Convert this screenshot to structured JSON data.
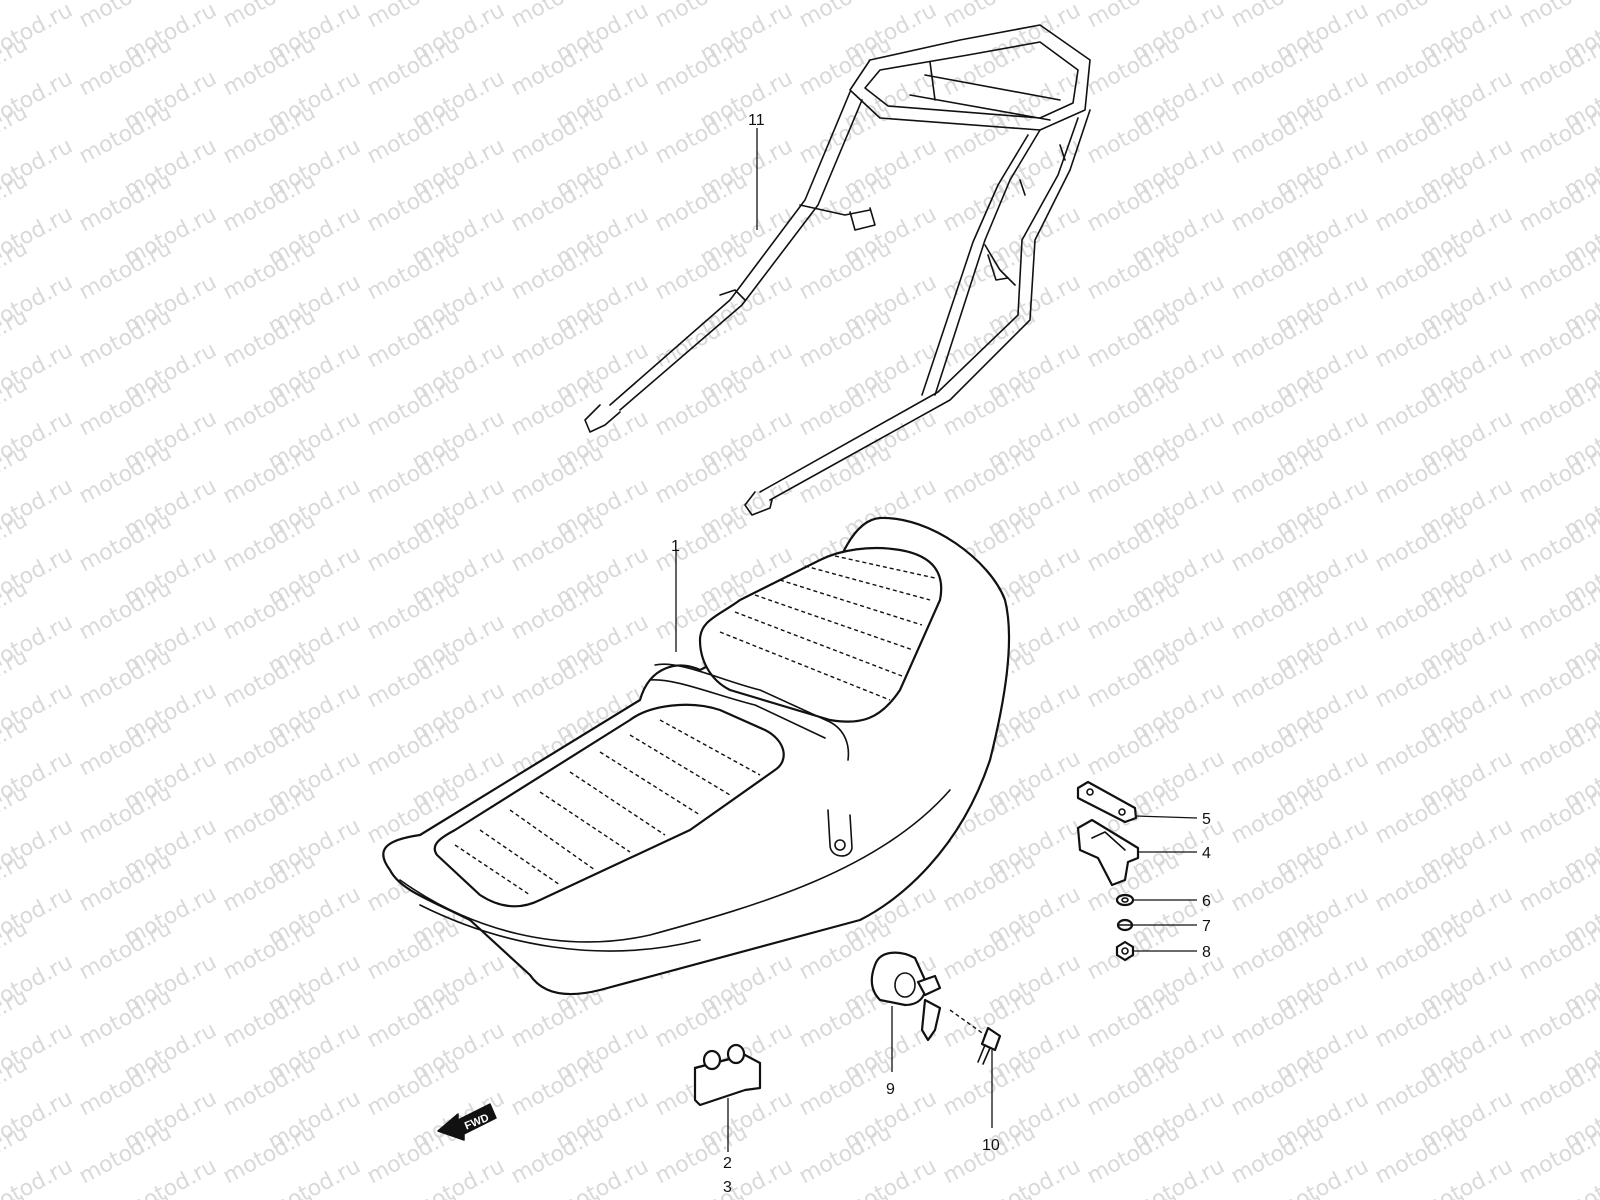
{
  "watermark": "motod.ru",
  "direction_label": "FWD",
  "callouts": [
    {
      "id": "1",
      "label": "1"
    },
    {
      "id": "2",
      "label": "2"
    },
    {
      "id": "3",
      "label": "3"
    },
    {
      "id": "4",
      "label": "4"
    },
    {
      "id": "5",
      "label": "5"
    },
    {
      "id": "6",
      "label": "6"
    },
    {
      "id": "7",
      "label": "7"
    },
    {
      "id": "8",
      "label": "8"
    },
    {
      "id": "9",
      "label": "9"
    },
    {
      "id": "10",
      "label": "10"
    },
    {
      "id": "11",
      "label": "11"
    }
  ]
}
